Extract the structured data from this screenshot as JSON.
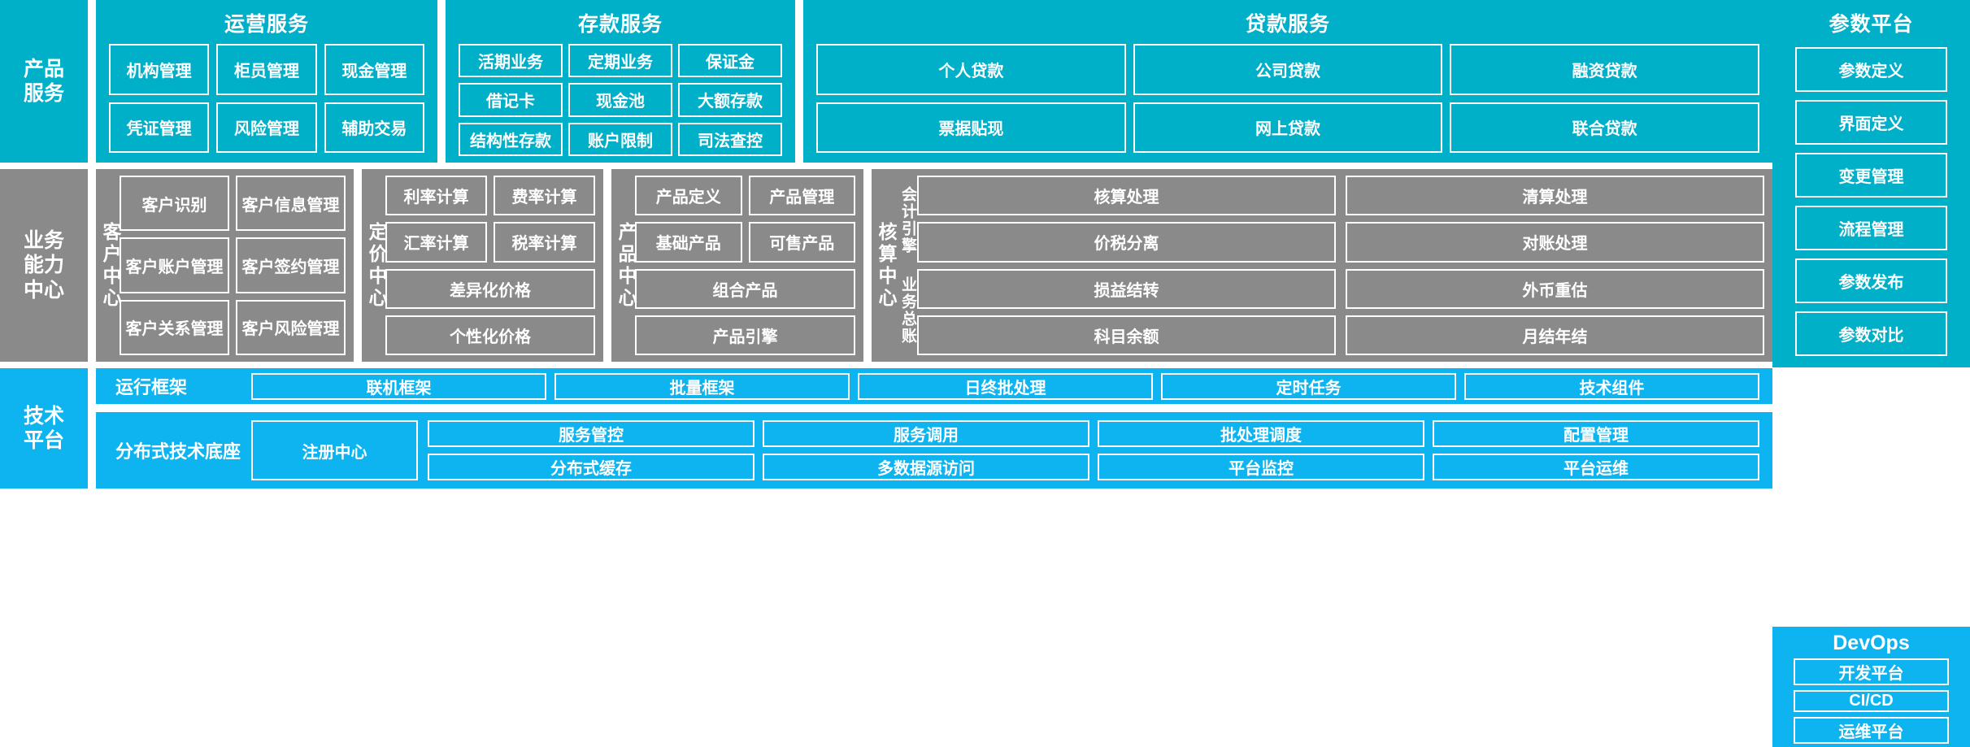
{
  "layers": {
    "product_services": {
      "label": "产品\n服务",
      "color": "#00AFC8"
    },
    "business_capability": {
      "label": "业务\n能力\n中心",
      "color": "#8a8a8a"
    },
    "technical_platform": {
      "label": "技术\n平台",
      "color": "#0DB4F0"
    }
  },
  "product_services": {
    "groups": [
      {
        "title": "运营服务",
        "tiles": [
          "机构管理",
          "柜员管理",
          "现金管理",
          "凭证管理",
          "风险管理",
          "辅助交易"
        ]
      },
      {
        "title": "存款服务",
        "tiles": [
          "活期业务",
          "定期业务",
          "保证金",
          "借记卡",
          "现金池",
          "大额存款",
          "结构性存款",
          "账户限制",
          "司法查控"
        ]
      },
      {
        "title": "贷款服务",
        "tiles": [
          "个人贷款",
          "公司贷款",
          "融资贷款",
          "票据贴现",
          "网上贷款",
          "联合贷款"
        ]
      }
    ]
  },
  "parameter_platform": {
    "title": "参数平台",
    "tiles": [
      "参数定义",
      "界面定义",
      "变更管理",
      "流程管理",
      "参数发布",
      "参数对比"
    ]
  },
  "business_capability": {
    "centers": [
      {
        "name": "客户中心",
        "tiles": [
          "客户识别",
          "客户信息管理",
          "客户账户管理",
          "客户签约管理",
          "客户关系管理",
          "客户风险管理"
        ]
      },
      {
        "name": "定价中心",
        "tiles": [
          "利率计算",
          "费率计算",
          "汇率计算",
          "税率计算",
          "差异化价格",
          "个性化价格"
        ]
      },
      {
        "name": "产品中心",
        "tiles": [
          "产品定义",
          "产品管理",
          "基础产品",
          "可售产品",
          "组合产品",
          "产品引擎"
        ]
      }
    ],
    "accounting_center": {
      "name": "核算中心",
      "subgroups": [
        {
          "name": "会计引擎",
          "tiles": [
            "核算处理",
            "清算处理",
            "价税分离",
            "对账处理"
          ]
        },
        {
          "name": "业务总账",
          "tiles": [
            "损益结转",
            "外币重估",
            "科目余额",
            "月结年结"
          ]
        }
      ]
    }
  },
  "technical_platform": {
    "run_framework": {
      "name": "运行框架",
      "tiles": [
        "联机框架",
        "批量框架",
        "日终批处理",
        "定时任务",
        "技术组件"
      ]
    },
    "distributed_base": {
      "name": "分布式技术底座",
      "primary_tile": "注册中心",
      "tiles": [
        "服务管控",
        "服务调用",
        "批处理调度",
        "配置管理",
        "分布式缓存",
        "多数据源访问",
        "平台监控",
        "平台运维"
      ]
    }
  },
  "devops": {
    "title": "DevOps",
    "tiles": [
      "开发平台",
      "CI/CD",
      "运维平台"
    ]
  }
}
